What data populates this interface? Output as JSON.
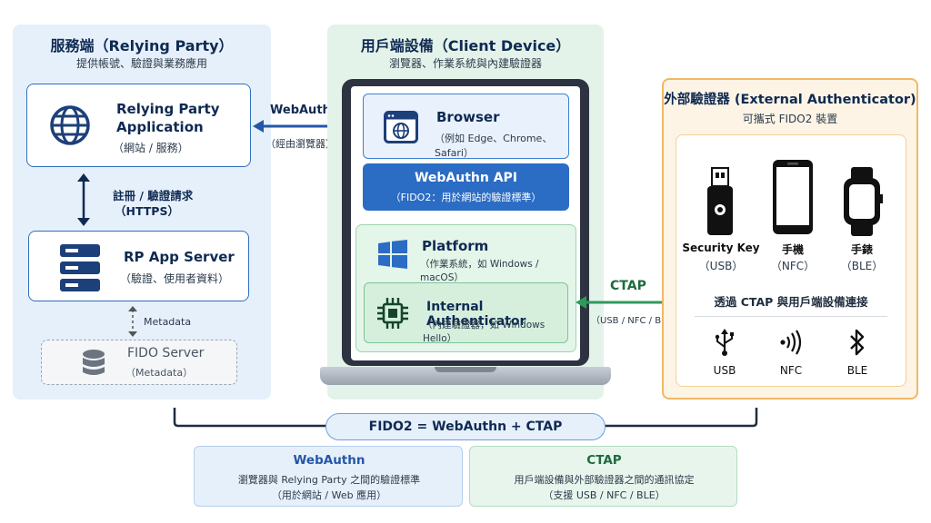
{
  "rp": {
    "title": "服務端（Relying Party）",
    "subtitle": "提供帳號、驗證與業務應用",
    "app_name": "Relying Party Application",
    "app_desc": "（網站 / 服務）",
    "reg_label": "註冊 / 驗證請求",
    "reg_proto": "（HTTPS）",
    "server_name": "RP App Server",
    "server_desc": "（驗證、使用者資料）",
    "metadata_label": "Metadata",
    "fido_name": "FIDO Server",
    "fido_desc": "（Metadata）"
  },
  "webauthn_link": {
    "label": "WebAuthn",
    "desc": "（經由瀏覽器）"
  },
  "client": {
    "title": "用戶端設備（Client Device）",
    "subtitle": "瀏覽器、作業系統與內建驗證器",
    "browser_name": "Browser",
    "browser_desc": "（例如 Edge、Chrome、Safari）",
    "api_name": "WebAuthn API",
    "api_desc": "（FIDO2：用於網站的驗證標準）",
    "platform_name": "Platform",
    "platform_desc": "（作業系統，如 Windows / macOS）",
    "internal_name": "Internal Authenticator",
    "internal_desc": "（內建驗證器，如 Windows Hello）"
  },
  "ctap_link": {
    "label": "CTAP",
    "desc": "（USB / NFC / BLE）"
  },
  "external": {
    "title": "外部驗證器 (External Authenticator)",
    "subtitle": "可攜式 FIDO2 裝置",
    "devices": [
      {
        "name": "Security Key",
        "desc": "（USB）"
      },
      {
        "name": "手機",
        "desc": "（NFC）"
      },
      {
        "name": "手錶",
        "desc": "（BLE）"
      }
    ],
    "connect_label": "透過 CTAP 與用戶端設備連接",
    "transports": [
      "USB",
      "NFC",
      "BLE"
    ]
  },
  "summary": {
    "formula": "FIDO2 = WebAuthn + CTAP",
    "webauthn_title": "WebAuthn",
    "webauthn_desc1": "瀏覽器與 Relying Party 之間的驗證標準",
    "webauthn_desc2": "（用於網站 / Web 應用）",
    "ctap_title": "CTAP",
    "ctap_desc1": "用戶端設備與外部驗證器之間的通訊協定",
    "ctap_desc2": "（支援 USB / NFC / BLE）"
  },
  "colors": {
    "rp_bg": "#e6f0fb",
    "client_bg": "#e4f3ea",
    "external_bg": "#fdf4e6",
    "external_border": "#f0b867",
    "accent_blue": "#2f6fbf",
    "accent_green": "#2e9a5a",
    "navy": "#1d3f7a"
  }
}
